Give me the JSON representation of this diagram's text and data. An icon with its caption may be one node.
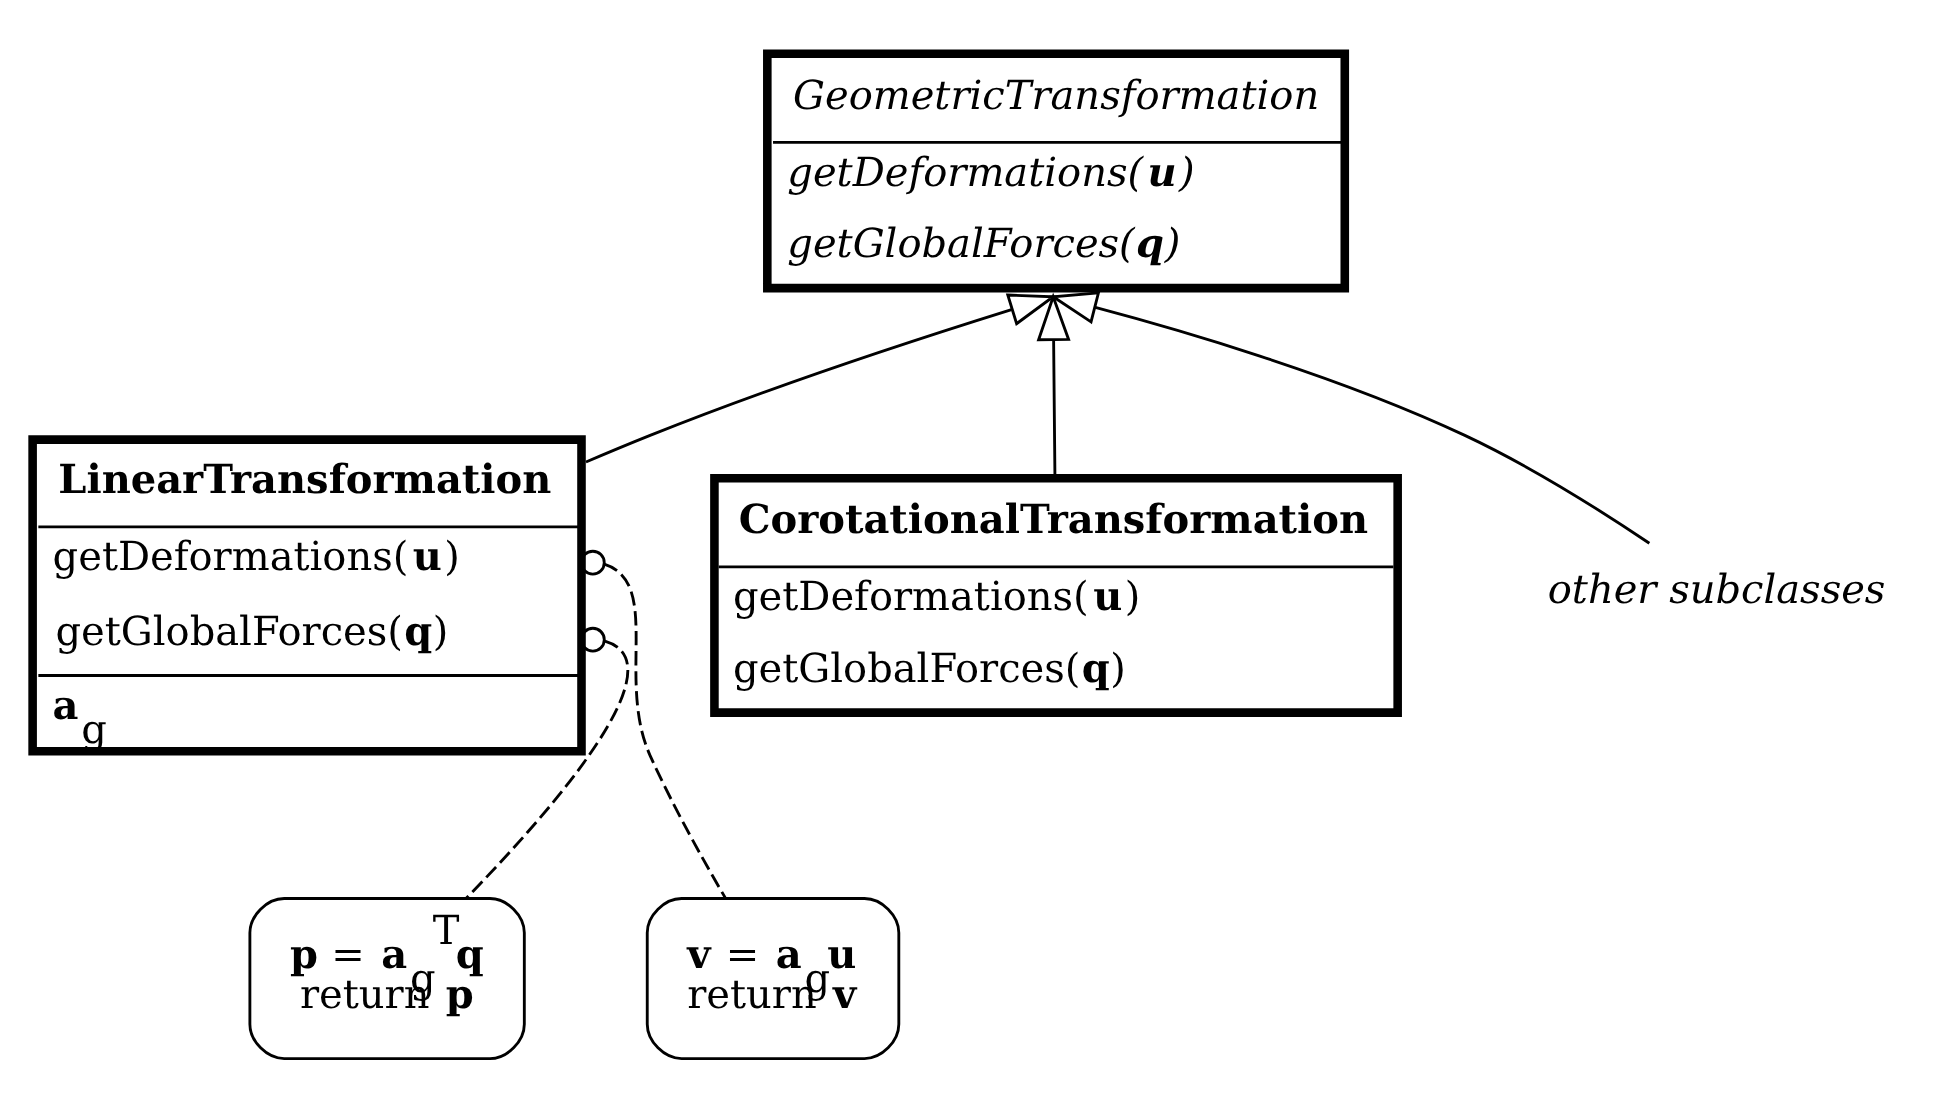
{
  "diagram": {
    "nodes": [
      {
        "text": [
          "GeometricTransformation",
          "getDeformations(**u**)",
          "getGlobalForces(**q**)"
        ]
      },
      {
        "text": [
          "LinearTransformation",
          "getDeformations(**u**)",
          "getGlobalForces(**q**)",
          "**a**$_{g}$"
        ]
      },
      {
        "text": [
          "CorotationalTransformation",
          "getDeformations(**u**)",
          "getGlobalForces(**q**)"
        ]
      },
      {
        "text": [
          "other subclasses"
        ]
      },
      {
        "text": [
          "**p** = **a**$_{g}$$^{T}$**q**",
          "return **p**"
        ]
      },
      {
        "text": [
          "**v** = **a**$_{g}$**u**",
          "return **v**"
        ]
      }
    ],
    "edges": [
      {
        "from": 1,
        "to": 0,
        "arrow": "to"
      },
      {
        "from": 2,
        "to": 0,
        "arrow": "to"
      },
      {
        "from": 3,
        "to": 0,
        "arrow": "to"
      },
      {
        "from": 1,
        "to": 4,
        "arrow": "other",
        "style": "dashed"
      },
      {
        "from": 1,
        "to": 5,
        "arrow": "other",
        "style": "dashed"
      }
    ]
  }
}
